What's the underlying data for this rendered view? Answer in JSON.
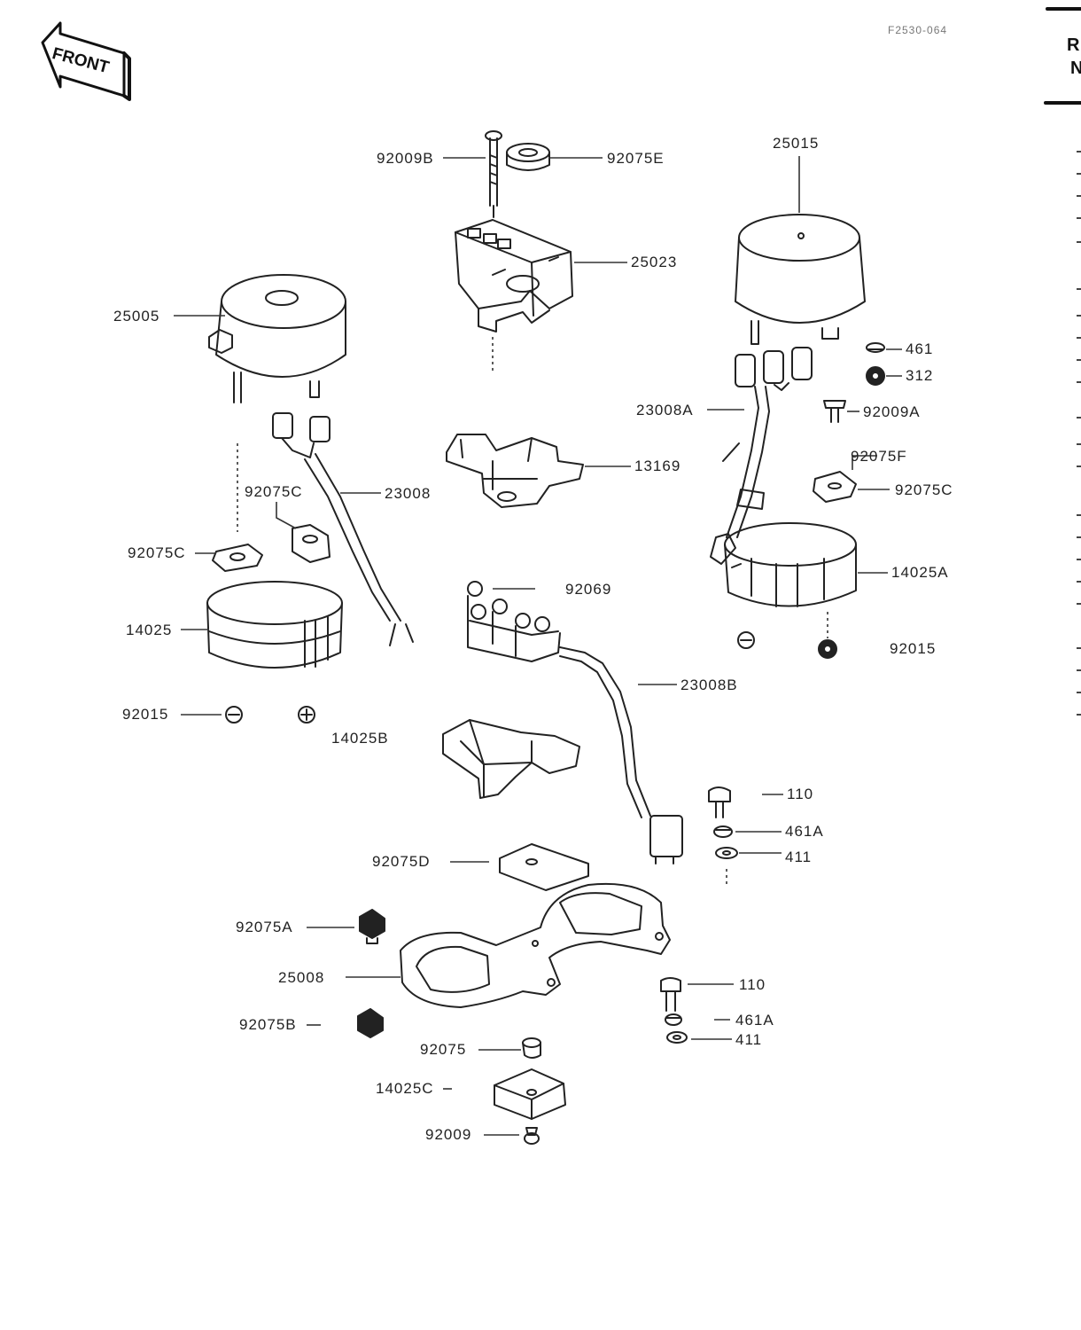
{
  "header": {
    "front_label": "FRONT",
    "ref_code": "F2530-064",
    "right_fragment_1": "R",
    "right_fragment_2": "N"
  },
  "parts": [
    {
      "id": "p1",
      "label": "92009B"
    },
    {
      "id": "p2",
      "label": "92075E"
    },
    {
      "id": "p3",
      "label": "25015"
    },
    {
      "id": "p4",
      "label": "25023"
    },
    {
      "id": "p5",
      "label": "25005"
    },
    {
      "id": "p6",
      "label": "461"
    },
    {
      "id": "p7",
      "label": "312"
    },
    {
      "id": "p8",
      "label": "23008A"
    },
    {
      "id": "p9",
      "label": "92009A"
    },
    {
      "id": "p10",
      "label": "13169"
    },
    {
      "id": "p11",
      "label": "92075F"
    },
    {
      "id": "p12",
      "label": "92075C"
    },
    {
      "id": "p13",
      "label": "23008"
    },
    {
      "id": "p14",
      "label": "92075C"
    },
    {
      "id": "p15",
      "label": "92075C"
    },
    {
      "id": "p16",
      "label": "14025A"
    },
    {
      "id": "p17",
      "label": "92069"
    },
    {
      "id": "p18",
      "label": "14025"
    },
    {
      "id": "p19",
      "label": "92015"
    },
    {
      "id": "p20",
      "label": "23008B"
    },
    {
      "id": "p21",
      "label": "92015"
    },
    {
      "id": "p22",
      "label": "14025B"
    },
    {
      "id": "p23",
      "label": "110"
    },
    {
      "id": "p24",
      "label": "461A"
    },
    {
      "id": "p25",
      "label": "411"
    },
    {
      "id": "p26",
      "label": "92075D"
    },
    {
      "id": "p27",
      "label": "92075A"
    },
    {
      "id": "p28",
      "label": "25008"
    },
    {
      "id": "p29",
      "label": "110"
    },
    {
      "id": "p30",
      "label": "461A"
    },
    {
      "id": "p31",
      "label": "411"
    },
    {
      "id": "p32",
      "label": "92075B"
    },
    {
      "id": "p33",
      "label": "92075"
    },
    {
      "id": "p34",
      "label": "14025C"
    },
    {
      "id": "p35",
      "label": "92009"
    }
  ]
}
